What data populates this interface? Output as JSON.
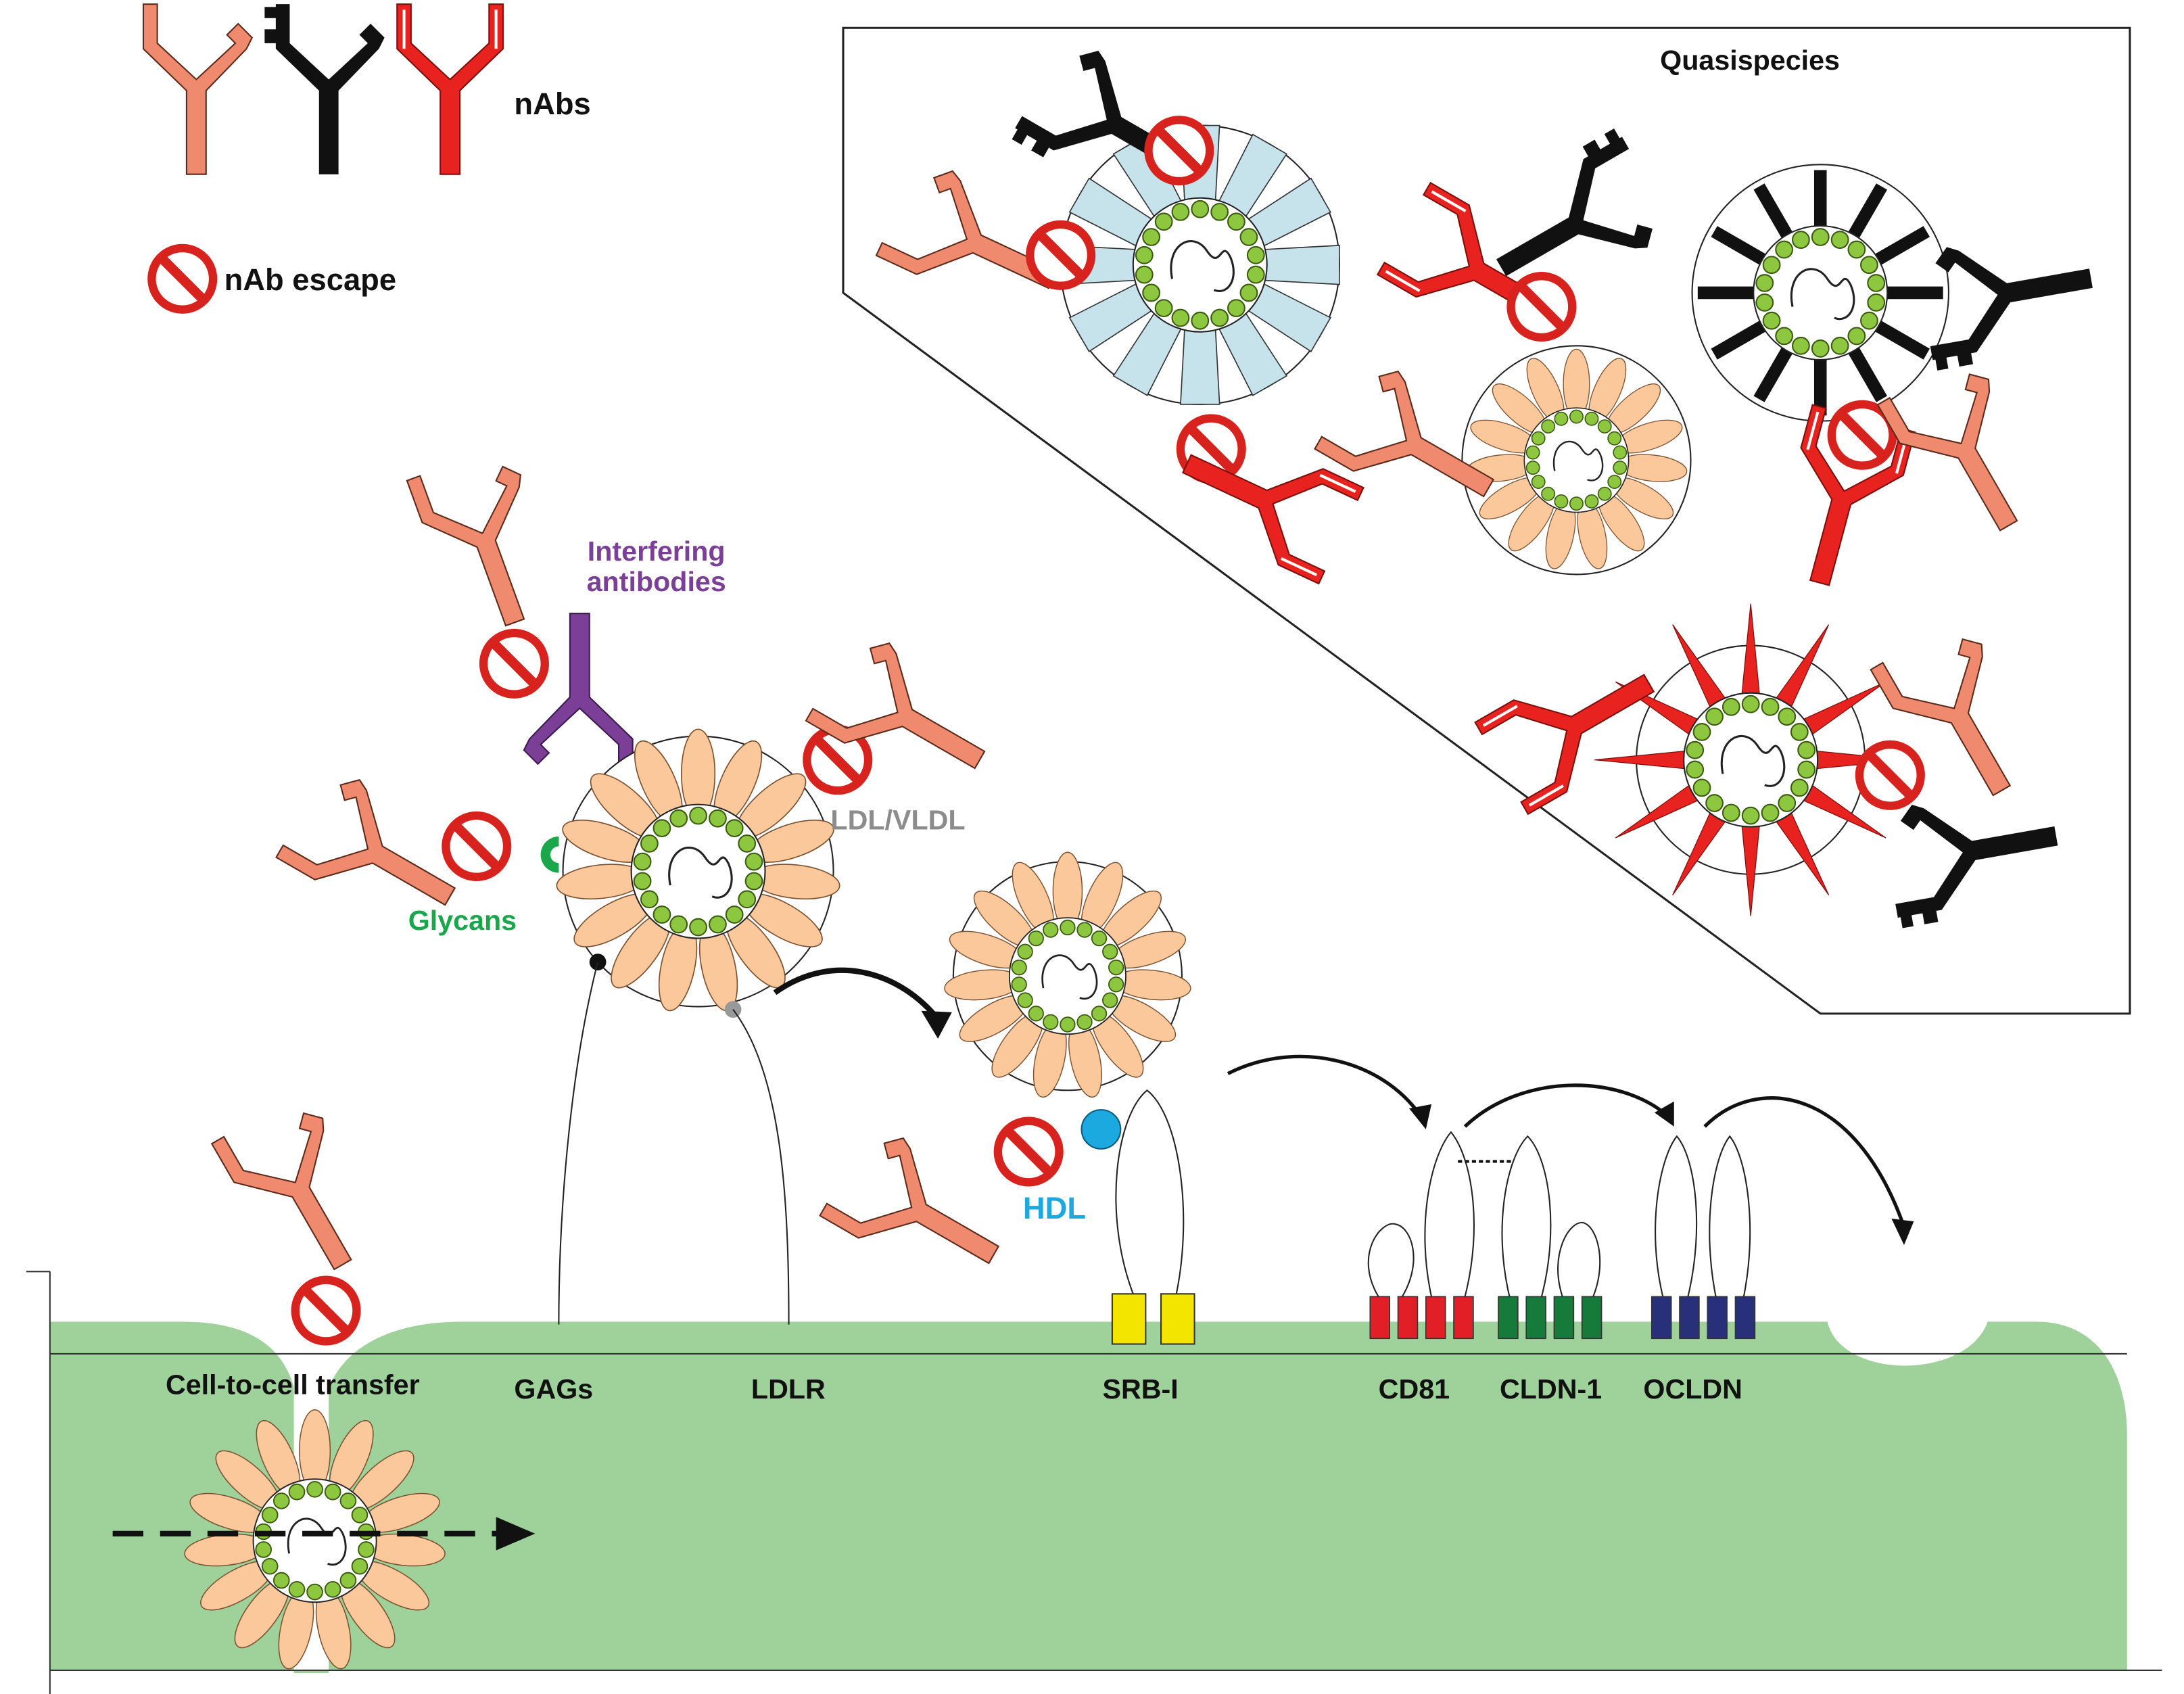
{
  "legend": {
    "nabs_label": "nAbs",
    "escape_label": "nAb escape"
  },
  "quasispecies": {
    "title": "Quasispecies"
  },
  "labels": {
    "interfering_line1": "Interfering",
    "interfering_line2": "antibodies",
    "ldl_vldl": "LDL/VLDL",
    "glycans": "Glycans",
    "hdl": "HDL",
    "cell_to_cell": "Cell-to-cell transfer",
    "gags": "GAGs",
    "ldlr": "LDLR",
    "srb1": "SRB-I",
    "cd81": "CD81",
    "cldn1": "CLDN-1",
    "ocldn": "OCLDN"
  },
  "colors": {
    "salmon": "#F08A6E",
    "black": "#111111",
    "red": "#E8231F",
    "purple": "#7B3F98",
    "peach": "#FAC89A",
    "lightblue": "#C6E2EA",
    "green_dot": "#8DC63F",
    "cell": "#9ED29A",
    "glycan": "#1AA64A",
    "hdl": "#1BA9E0",
    "ldl_text": "#8C8C8C",
    "srb1": "#F3E500",
    "cd81": "#E21F26",
    "cldn1": "#167A3A",
    "ocldn": "#28307A"
  }
}
